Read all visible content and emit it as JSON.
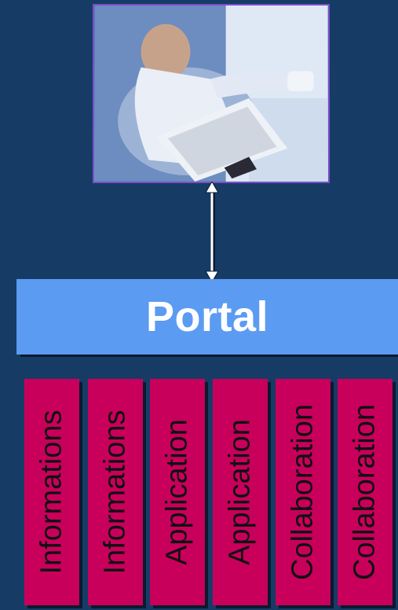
{
  "photo": {
    "alt": "person-at-computer"
  },
  "connector": {
    "icon": "double-arrow-icon"
  },
  "portal": {
    "label": "Portal"
  },
  "columns": [
    {
      "label": "Informations"
    },
    {
      "label": "Informations"
    },
    {
      "label": "Application"
    },
    {
      "label": "Application"
    },
    {
      "label": "Collaboration"
    },
    {
      "label": "Collaboration"
    }
  ],
  "colors": {
    "background": "#163c66",
    "portal": "#5b9bf2",
    "column": "#c8005c",
    "frame_border": "#7b4fc8"
  }
}
